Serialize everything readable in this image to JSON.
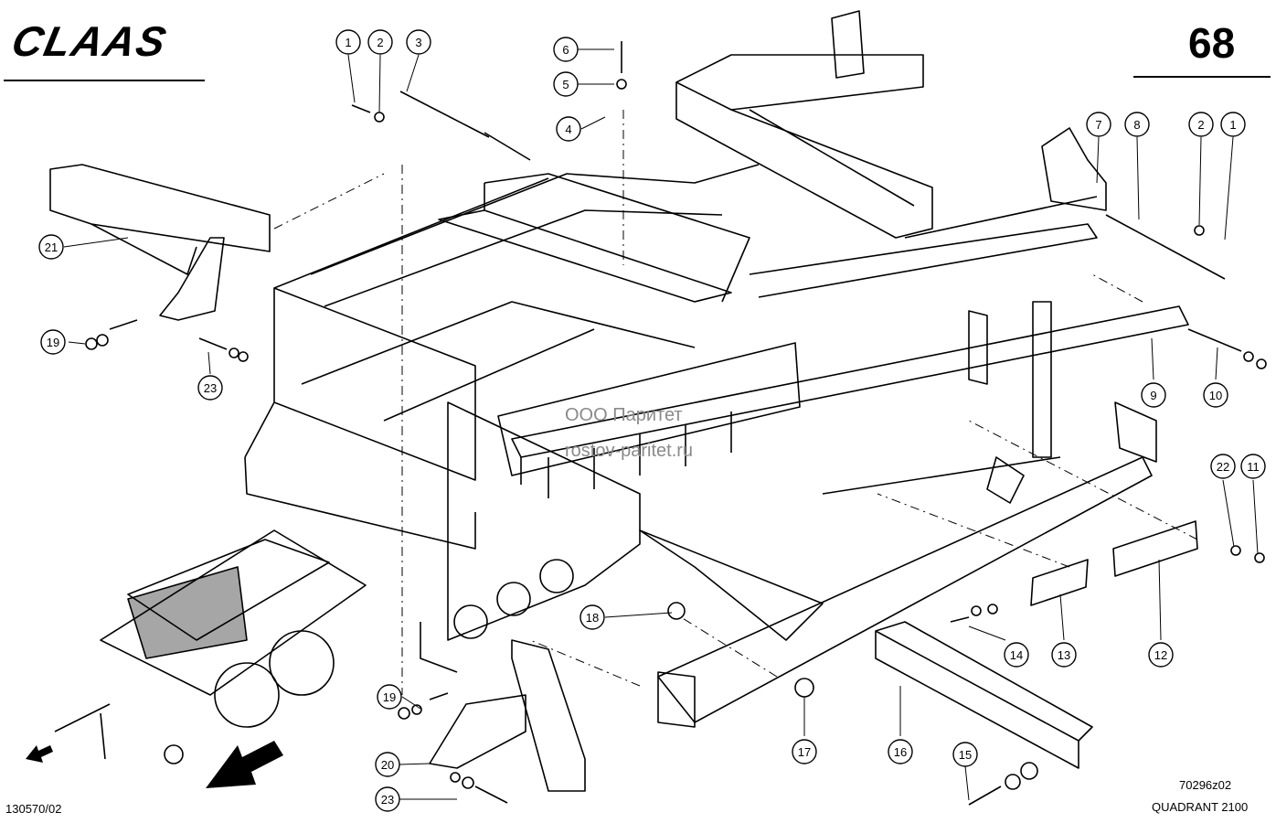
{
  "brand": {
    "logo": "CLAAS"
  },
  "page_number": "68",
  "drawing_id": "70296z02",
  "model": "QUADRANT 2100",
  "doc_id": "130570/02",
  "watermark": {
    "line1": "ООО Паритет",
    "line2": "rostov-paritet.ru"
  },
  "callouts": [
    {
      "label": "1"
    },
    {
      "label": "2"
    },
    {
      "label": "3"
    },
    {
      "label": "6"
    },
    {
      "label": "5"
    },
    {
      "label": "4"
    },
    {
      "label": "7"
    },
    {
      "label": "8"
    },
    {
      "label": "2"
    },
    {
      "label": "1"
    },
    {
      "label": "21"
    },
    {
      "label": "19"
    },
    {
      "label": "23"
    },
    {
      "label": "9"
    },
    {
      "label": "10"
    },
    {
      "label": "22"
    },
    {
      "label": "11"
    },
    {
      "label": "18"
    },
    {
      "label": "14"
    },
    {
      "label": "13"
    },
    {
      "label": "12"
    },
    {
      "label": "19"
    },
    {
      "label": "17"
    },
    {
      "label": "16"
    },
    {
      "label": "20"
    },
    {
      "label": "15"
    },
    {
      "label": "23"
    }
  ]
}
